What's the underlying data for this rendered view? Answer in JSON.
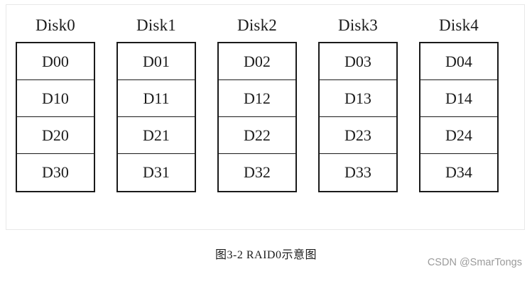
{
  "diagram": {
    "type": "raid0-stripe-layout",
    "disks": [
      {
        "title": "Disk0",
        "blocks": [
          "D00",
          "D10",
          "D20",
          "D30"
        ]
      },
      {
        "title": "Disk1",
        "blocks": [
          "D01",
          "D11",
          "D21",
          "D31"
        ]
      },
      {
        "title": "Disk2",
        "blocks": [
          "D02",
          "D12",
          "D22",
          "D32"
        ]
      },
      {
        "title": "Disk3",
        "blocks": [
          "D03",
          "D13",
          "D23",
          "D33"
        ]
      },
      {
        "title": "Disk4",
        "blocks": [
          "D04",
          "D14",
          "D24",
          "D34"
        ]
      }
    ]
  },
  "caption": "图3-2    RAID0示意图",
  "watermark": "CSDN @SmarTongs",
  "colors": {
    "border": "#1a1a1a",
    "text": "#1b1b1b",
    "frame": "#e8e8e8",
    "watermark": "#9b9b9b",
    "background": "#ffffff"
  }
}
